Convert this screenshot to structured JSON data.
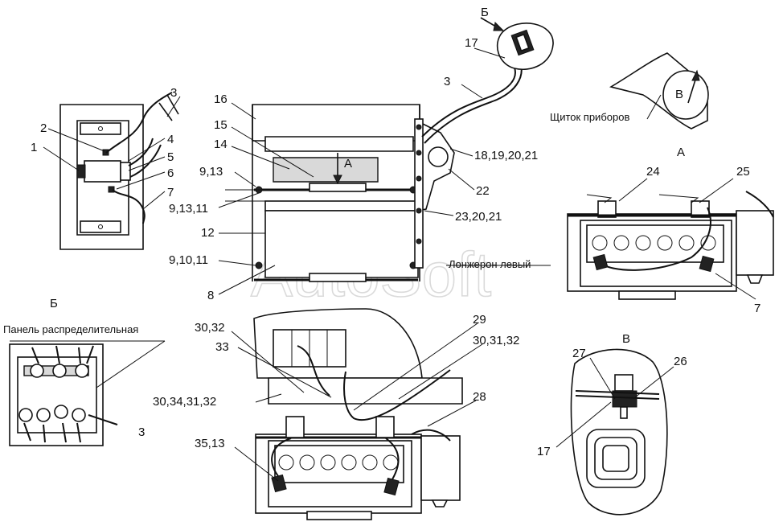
{
  "labels": {
    "n1": "1",
    "n2": "2",
    "n3": "3",
    "n3b": "3",
    "n3c": "3",
    "n4": "4",
    "n5": "5",
    "n6": "6",
    "n7": "7",
    "n7b": "7",
    "n8": "8",
    "n12": "12",
    "n14": "14",
    "n15": "15",
    "n16": "16",
    "n17a": "17",
    "n17b": "17",
    "n9_13": "9,13",
    "n9_13_11": "9,13,11",
    "n9_10_11": "9,10,11",
    "n18_21": "18,19,20,21",
    "n22": "22",
    "n23_20_21": "23,20,21",
    "n24": "24",
    "n25": "25",
    "n26": "26",
    "n27": "27",
    "n28": "28",
    "n29": "29",
    "n30_32": "30,32",
    "n33": "33",
    "n30_31_32": "30,31,32",
    "n30_34_31_32": "30,34,31,32",
    "n35_13": "35,13"
  },
  "views": {
    "arrow_a": "А",
    "view_a": "А",
    "arrow_b": "Б",
    "view_b": "Б",
    "arrow_v": "В",
    "view_v": "В"
  },
  "captions": {
    "dashboard": "Щиток приборов",
    "panel": "Панель распределительная",
    "spar": "Лонжерон левый"
  },
  "watermark": "AutoSoft"
}
